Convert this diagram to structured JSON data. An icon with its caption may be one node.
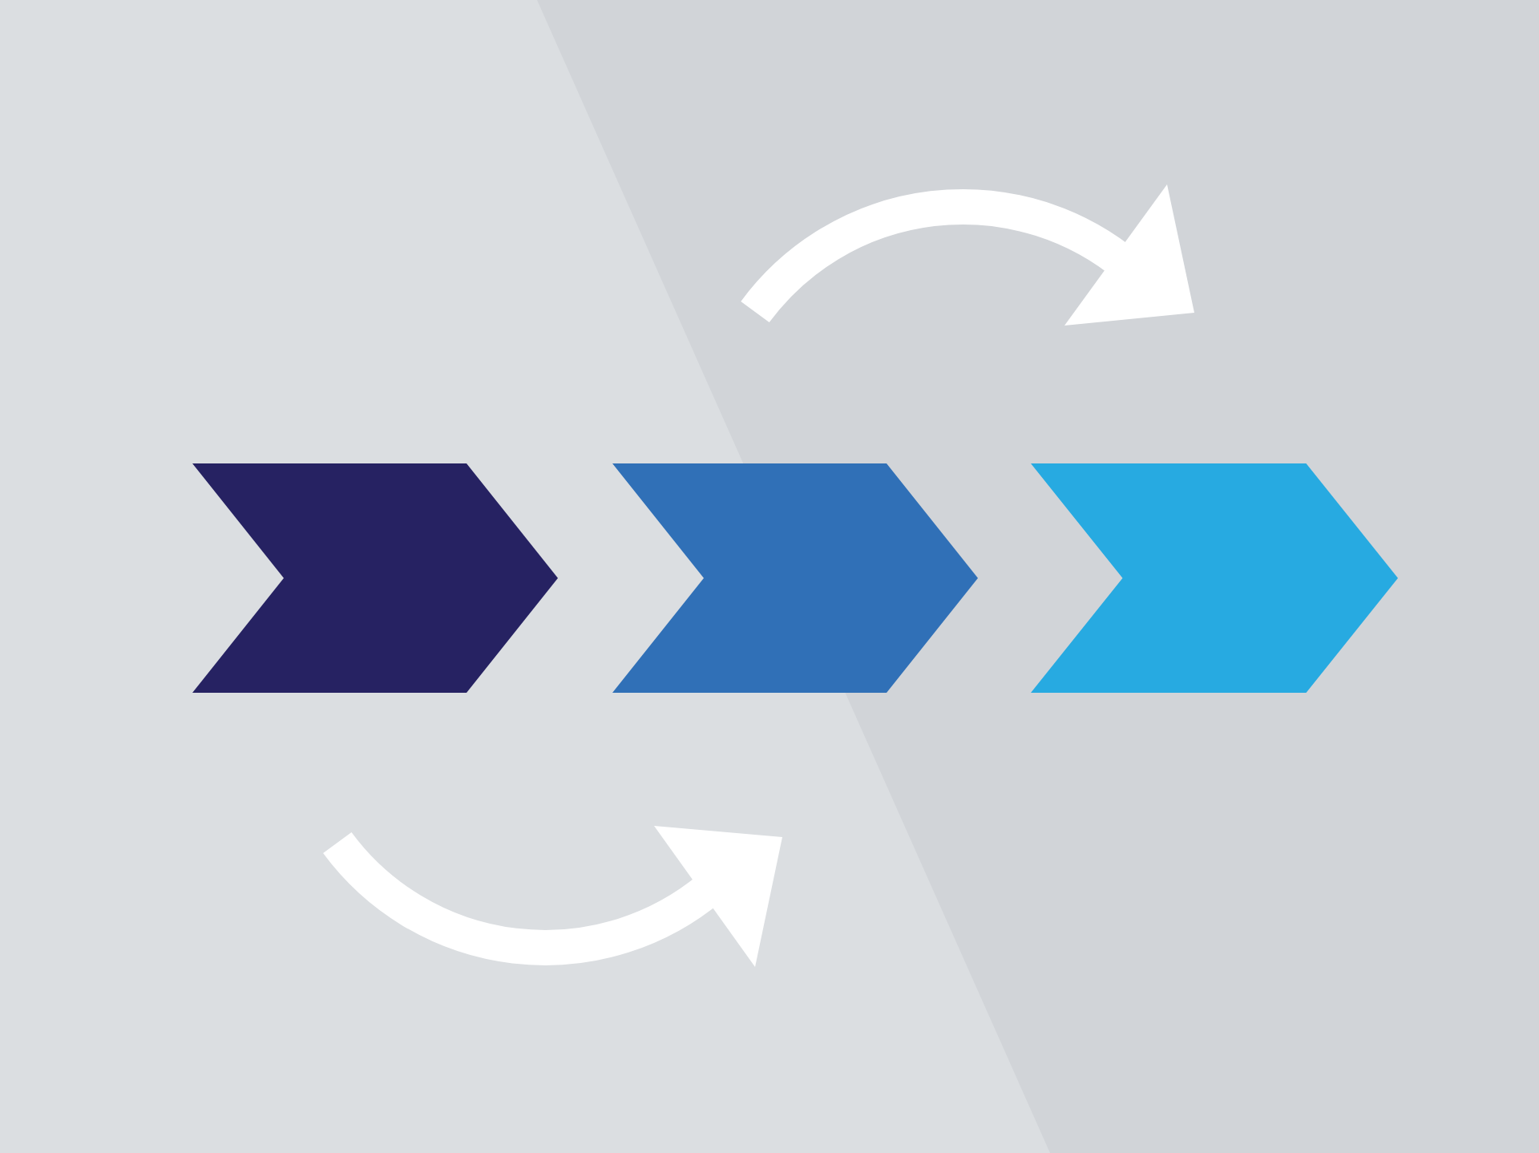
{
  "diagram": {
    "nodes": [
      {
        "text": [],
        "shape": "chevron"
      },
      {
        "text": [],
        "shape": "chevron"
      },
      {
        "text": [],
        "shape": "chevron"
      }
    ]
  }
}
